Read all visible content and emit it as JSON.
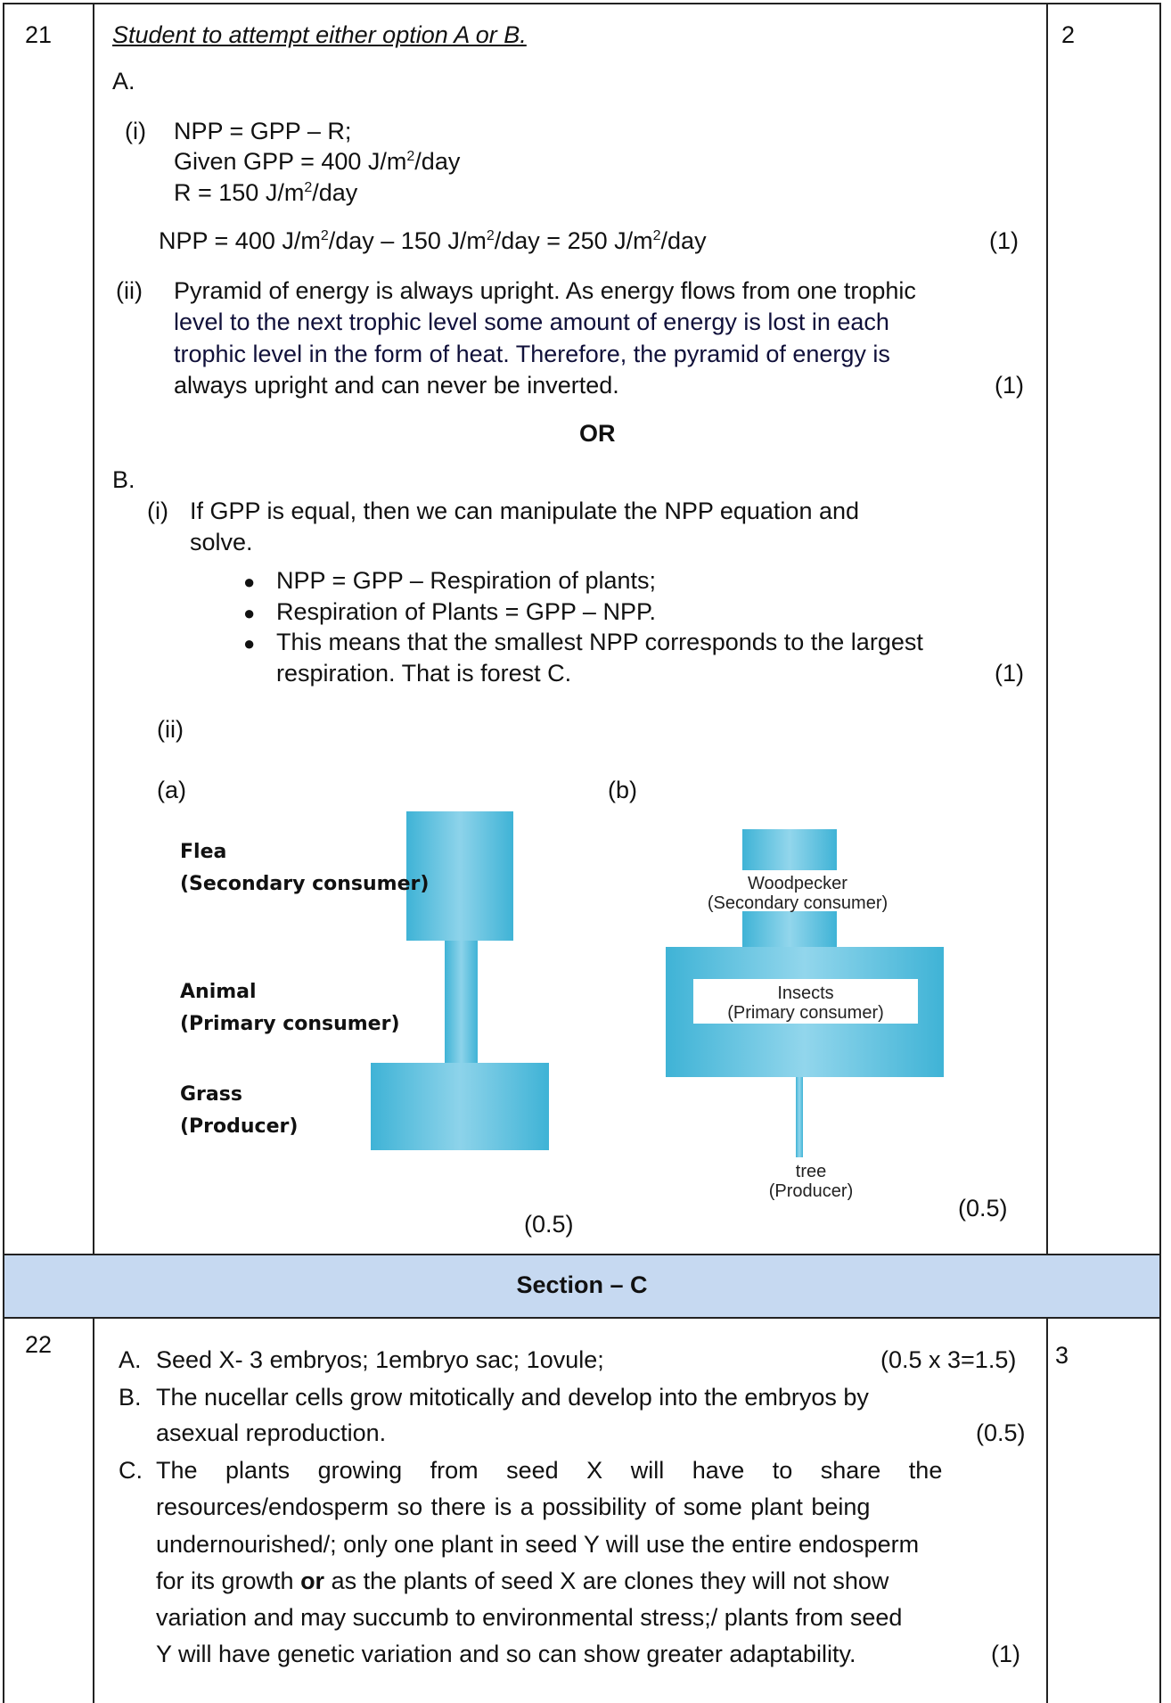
{
  "q21": {
    "number": "21",
    "marks": "2",
    "instruction": "Student to attempt either option A or B.",
    "optionA": {
      "label": "A.",
      "part_i": {
        "num": "(i)",
        "l1": "NPP = GPP – R;",
        "l2a": "Given GPP = 400 J/m",
        "l2sup": "2",
        "l2b": "/day",
        "l3a": "R = 150 J/m",
        "l3sup": "2",
        "l3b": "/day",
        "l4": [
          "NPP = 400 J/m",
          "2",
          "/day – 150 J/m",
          "2",
          "/day = 250 J/m",
          "2",
          "/day"
        ],
        "mark": "(1)"
      },
      "part_ii": {
        "num": "(ii)",
        "lines": [
          "Pyramid of energy is always upright. As energy flows from one trophic",
          "level to the next trophic level some amount of energy is lost in each",
          "trophic level in the form of heat. Therefore, the pyramid of energy is",
          "always upright and can never be inverted."
        ],
        "mark": "(1)"
      }
    },
    "or_label": "OR",
    "optionB": {
      "label": "B.",
      "part_i": {
        "num": "(i)",
        "l1": "If GPP is equal, then we can manipulate the NPP equation and",
        "l2": "solve.",
        "bullets": [
          "NPP = GPP – Respiration of plants;",
          "Respiration of Plants = GPP – NPP.",
          "This means that the smallest NPP corresponds to the largest"
        ],
        "bullet_cont": "respiration. That is forest C.",
        "mark": "(1)"
      },
      "part_ii": {
        "num": "(ii)",
        "a_label": "(a)",
        "b_label": "(b)",
        "diagram_a": {
          "top_label": [
            "Flea",
            "(Secondary consumer)"
          ],
          "mid_label": [
            "Animal",
            "(Primary consumer)"
          ],
          "bottom_label": [
            "Grass",
            "(Producer)"
          ],
          "mark": "(0.5)"
        },
        "diagram_b": {
          "top_label": [
            "Woodpecker",
            "(Secondary consumer)"
          ],
          "mid_label": [
            "Insects",
            "(Primary consumer)"
          ],
          "bottom_label": [
            "tree",
            "(Producer)"
          ],
          "mark": "(0.5)"
        }
      }
    }
  },
  "section": {
    "title": "Section – C",
    "bg": "#c6d9f1"
  },
  "q22": {
    "number": "22",
    "marks": "3",
    "A": {
      "label": "A.",
      "text": "Seed X- 3 embryos; 1embryo sac; 1ovule;",
      "mark": "(0.5 x 3=1.5)"
    },
    "B": {
      "label": "B.",
      "l1": "The nucellar cells grow mitotically and develop into the embryos by",
      "l2": "asexual reproduction.",
      "mark": "(0.5)"
    },
    "C": {
      "label": "C.",
      "l1": "The plants growing from seed X will have to share the",
      "l2": "resources/endosperm so there is a possibility of some plant being",
      "l3": "undernourished/; only one plant in seed Y will use the entire endosperm",
      "l4a": "for its growth ",
      "l4bold": "or",
      "l4b": " as the plants of seed X are clones they will not show",
      "l5": "variation and may succumb to environmental stress;/ plants from seed",
      "l6": "Y will have genetic variation and so can show greater adaptability.",
      "mark": "(1)"
    }
  }
}
